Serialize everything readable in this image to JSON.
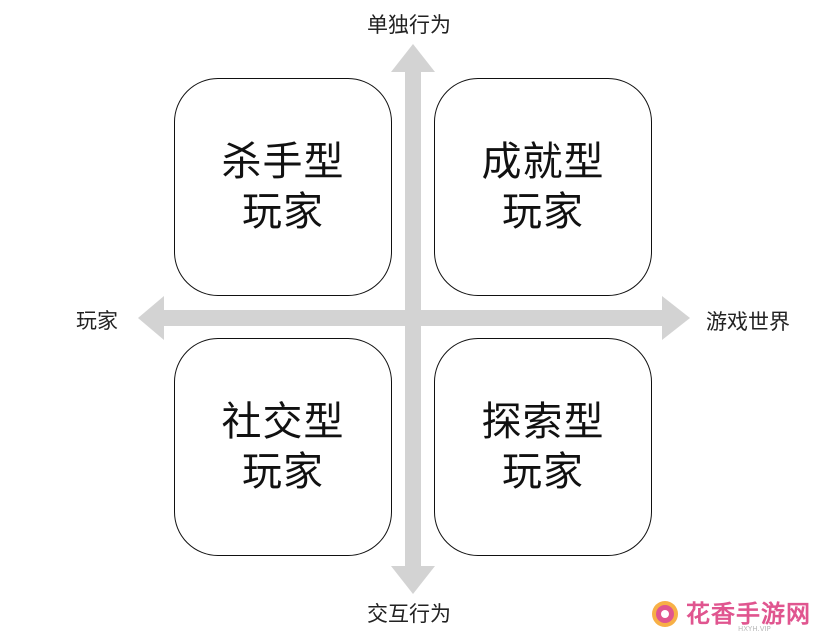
{
  "axes": {
    "top": "单独行为",
    "bottom": "交互行为",
    "left": "玩家",
    "right": "游戏世界"
  },
  "quadrants": {
    "top_left": {
      "line1": "杀手型",
      "line2": "玩家"
    },
    "top_right": {
      "line1": "成就型",
      "line2": "玩家"
    },
    "bottom_left": {
      "line1": "社交型",
      "line2": "玩家"
    },
    "bottom_right": {
      "line1": "探索型",
      "line2": "玩家"
    }
  },
  "watermark": {
    "text": "花香手游网",
    "sub": "HXYH.VIP"
  },
  "colors": {
    "arrow": "#d3d3d3",
    "border": "#111111",
    "watermark": "#e0558f"
  }
}
